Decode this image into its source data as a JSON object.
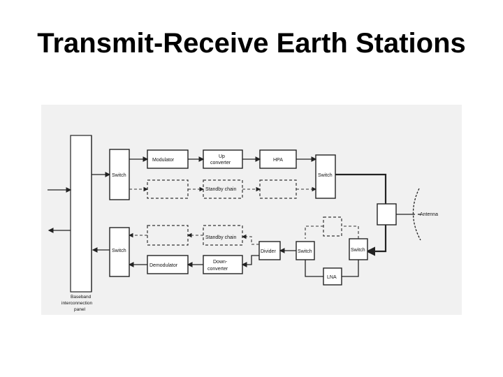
{
  "title": "Transmit-Receive Earth Stations",
  "diagram": {
    "modulator": "Modulator",
    "up_converter": [
      "Up",
      "converter"
    ],
    "hpa": "HPA",
    "switch": "Switch",
    "standby_tx": "Standby chain",
    "standby_rx": "Standby chain",
    "antenna": "Antenna",
    "divider": "Divider",
    "demodulator": "Demodulator",
    "down_converter": [
      "Down-",
      "converter"
    ],
    "lna": "LNA",
    "baseband_panel": [
      "Baseband",
      "interconnection",
      "panel"
    ]
  }
}
